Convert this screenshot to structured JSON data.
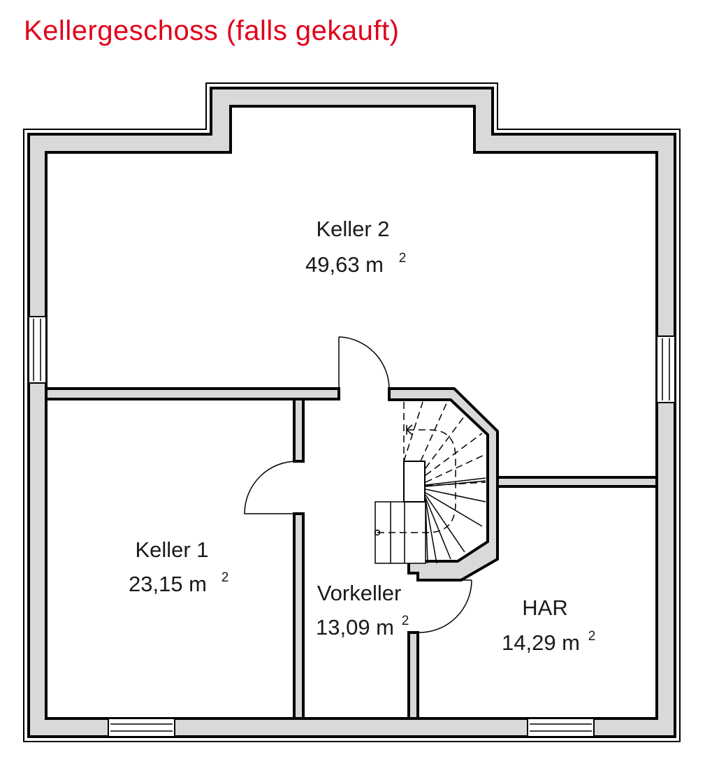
{
  "title": "Kellergeschoss (falls gekauft)",
  "colors": {
    "title": "#e2001a",
    "wall": "#d9d9d9",
    "line": "#000000"
  },
  "rooms": [
    {
      "name": "Keller 2",
      "area": "49,63 m",
      "unit_sup": "2"
    },
    {
      "name": "Keller 1",
      "area": "23,15 m",
      "unit_sup": "2"
    },
    {
      "name": "Vorkeller",
      "area": "13,09 m",
      "unit_sup": "2"
    },
    {
      "name": "HAR",
      "area": "14,29 m",
      "unit_sup": "2"
    }
  ]
}
